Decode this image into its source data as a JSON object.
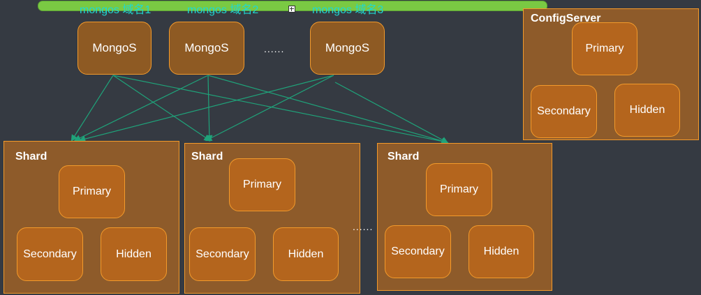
{
  "domain_labels": [
    "mongos 域名1",
    "mongos 域名2",
    "mongos 域名3"
  ],
  "mongos": [
    "MongoS",
    "MongoS",
    "MongoS"
  ],
  "mongos_ellipsis": "......",
  "config_server": {
    "title": "ConfigServer",
    "primary": "Primary",
    "secondary": "Secondary",
    "hidden": "Hidden"
  },
  "shards": [
    {
      "title": "Shard",
      "primary": "Primary",
      "secondary": "Secondary",
      "hidden": "Hidden"
    },
    {
      "title": "Shard",
      "primary": "Primary",
      "secondary": "Secondary",
      "hidden": "Hidden"
    },
    {
      "title": "Shard",
      "primary": "Primary",
      "secondary": "Secondary",
      "hidden": "Hidden"
    }
  ],
  "shard_ellipsis": "......",
  "colors": {
    "background": "#353a42",
    "domain_bar": "#7ac943",
    "domain_text": "#1fd8d2",
    "node_fill": "#b4651d",
    "group_fill": "#8e5b2a",
    "border": "#f39a2b",
    "connector": "#1fa37a"
  }
}
